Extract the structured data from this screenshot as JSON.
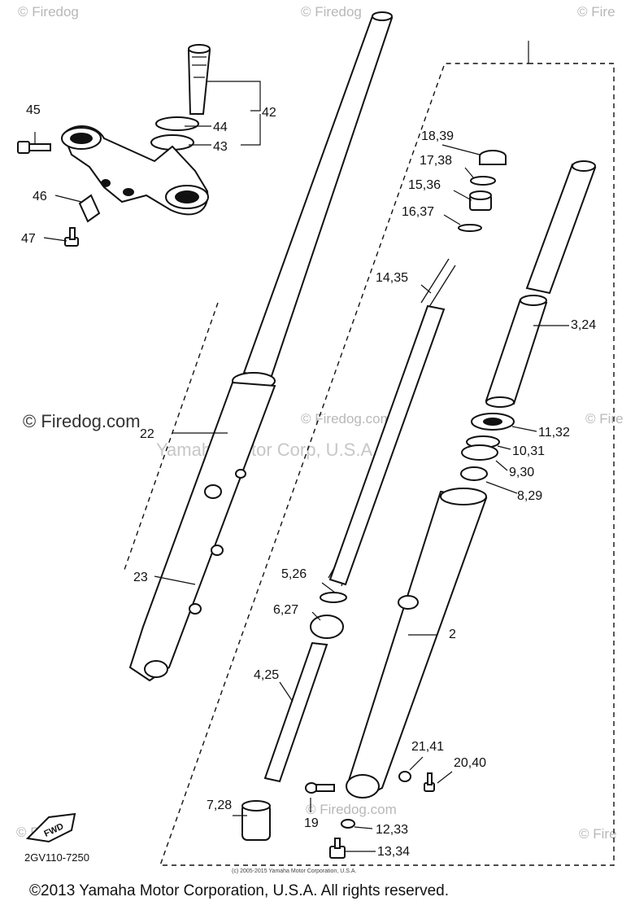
{
  "watermarks": {
    "site": "© Firedog.com",
    "partial_1": "© Firedog",
    "partial_2": "© Firedog",
    "partial_3": "© Fire",
    "partial_4": "© Fire",
    "mid_1": "© Firedog.com",
    "mid_2": "Firedog.com",
    "mid_3": "© Firedog.com",
    "corner": "© Fi",
    "yamaha": "Yamaha Motor Corp, U.S.A."
  },
  "callouts": {
    "c45": "45",
    "c44": "44",
    "c43": "43",
    "c42": "42",
    "c46": "46",
    "c47": "47",
    "c18_39": "18,39",
    "c17_38": "17,38",
    "c15_36": "15,36",
    "c16_37": "16,37",
    "c14_35": "14,35",
    "c3_24": "3,24",
    "c11_32": "11,32",
    "c10_31": "10,31",
    "c9_30": "9,30",
    "c8_29": "8,29",
    "c22": "22",
    "c23": "23",
    "c5_26": "5,26",
    "c6_27": "6,27",
    "c4_25": "4,25",
    "c2": "2",
    "c21_41": "21,41",
    "c20_40": "20,40",
    "c19": "19",
    "c12_33": "12,33",
    "c13_34": "13,34",
    "c7_28": "7,28"
  },
  "fwd_label": "FWD",
  "diagram_code": "2GV110-7250",
  "small_copyright": "(c) 2005-2015 Yamaha Motor Corporation, U.S.A.",
  "copyright": "©2013 Yamaha Motor Corporation, U.S.A. All rights reserved."
}
